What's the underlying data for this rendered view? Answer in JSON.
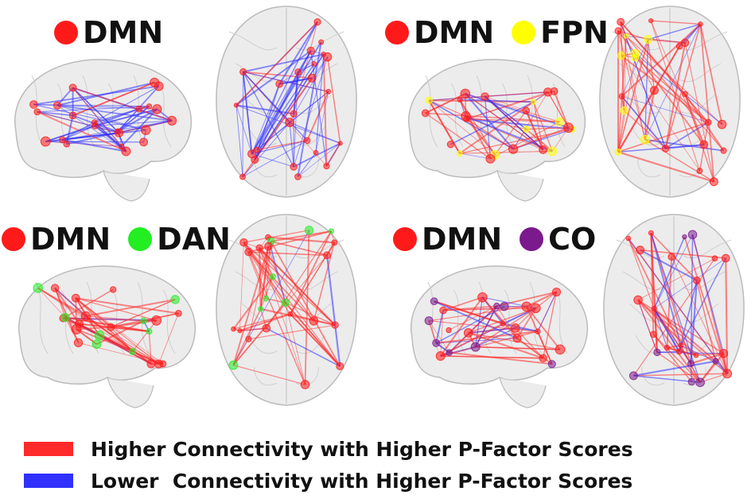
{
  "colors": {
    "DMN": "#ff1a1a",
    "FPN": "#ffff00",
    "DAN": "#22ee22",
    "CO": "#7a1a8c",
    "higher": "#ff2a2a",
    "lower": "#3030ff",
    "brain": "#dcdcdc"
  },
  "panels": [
    {
      "id": "dmn",
      "networks": [
        {
          "name": "DMN",
          "color": "DMN"
        }
      ]
    },
    {
      "id": "dmn-fpn",
      "networks": [
        {
          "name": "DMN",
          "color": "DMN"
        },
        {
          "name": "FPN",
          "color": "FPN"
        }
      ]
    },
    {
      "id": "dmn-dan",
      "networks": [
        {
          "name": "DMN",
          "color": "DMN"
        },
        {
          "name": "DAN",
          "color": "DAN"
        }
      ]
    },
    {
      "id": "dmn-co",
      "networks": [
        {
          "name": "DMN",
          "color": "DMN"
        },
        {
          "name": "CO",
          "color": "CO"
        }
      ]
    }
  ],
  "legend": {
    "higher": "Higher Connectivity with Higher P-Factor Scores",
    "lower": "Lower  Connectivity with Higher P-Factor Scores"
  }
}
